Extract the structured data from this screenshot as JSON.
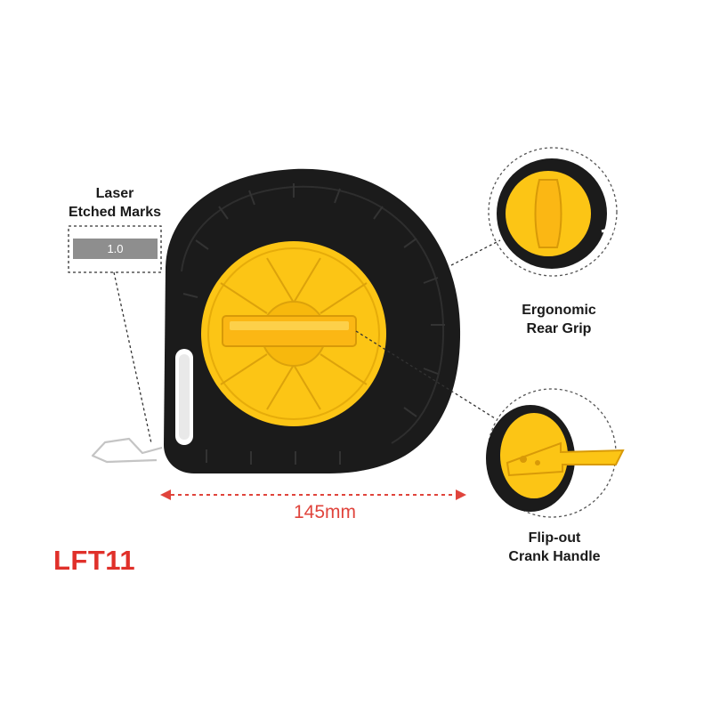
{
  "callouts": {
    "laser": {
      "line1": "Laser",
      "line2": "Etched Marks",
      "tape_value": "1.0"
    },
    "grip": {
      "line1": "Ergonomic",
      "line2": "Rear Grip"
    },
    "crank": {
      "line1": "Flip-out",
      "line2": "Crank Handle"
    }
  },
  "dimension": {
    "text": "145mm"
  },
  "model": {
    "name": "LFT11"
  },
  "colors": {
    "body": "#1b1b1b",
    "accent": "#fcc515",
    "dimension_red": "#e0443c",
    "model_red": "#e0302a",
    "tape_grey": "#8e8e8e"
  }
}
